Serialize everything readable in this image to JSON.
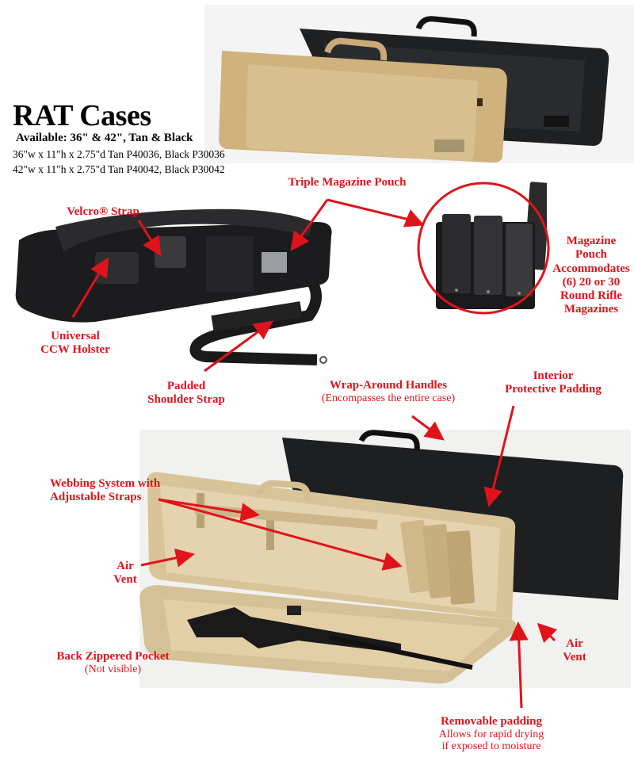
{
  "header": {
    "title": "RAT Cases",
    "availability": "Available: 36\" & 42\", Tan & Black",
    "specs": [
      "36\"w x 11\"h x 2.75\"d Tan P40036, Black P30036",
      "42\"w x 11\"h x 2.75\"d Tan P40042, Black P30042"
    ]
  },
  "callouts": {
    "triple_magazine_pouch": "Triple Magazine Pouch",
    "velcro_strap": "Velcro® Strap",
    "universal_ccw_holster": [
      "Universal",
      "CCW Holster"
    ],
    "padded_shoulder_strap": [
      "Padded",
      "Shoulder Strap"
    ],
    "magazine_pouch_capacity": [
      "Magazine",
      "Pouch",
      "Accommodates",
      "(6) 20 or 30",
      "Round Rifle",
      "Magazines"
    ],
    "wrap_around_handles": {
      "title": "Wrap-Around Handles",
      "note": "(Encompasses the entire case)"
    },
    "interior_padding": [
      "Interior",
      "Protective Padding"
    ],
    "webbing_system": [
      "Webbing System with",
      "Adjustable Straps"
    ],
    "air_vent_left": [
      "Air",
      "Vent"
    ],
    "air_vent_right": [
      "Air",
      "Vent"
    ],
    "back_pocket": {
      "title": "Back Zippered Pocket",
      "note": "(Not visible)"
    },
    "removable_padding": {
      "title": "Removable padding",
      "note_lines": [
        "Allows for rapid drying",
        "if exposed to moisture"
      ]
    }
  },
  "colors": {
    "annotation_red": "#e0131b",
    "tan": "#d2b887",
    "black_case": "#1e1f21"
  }
}
